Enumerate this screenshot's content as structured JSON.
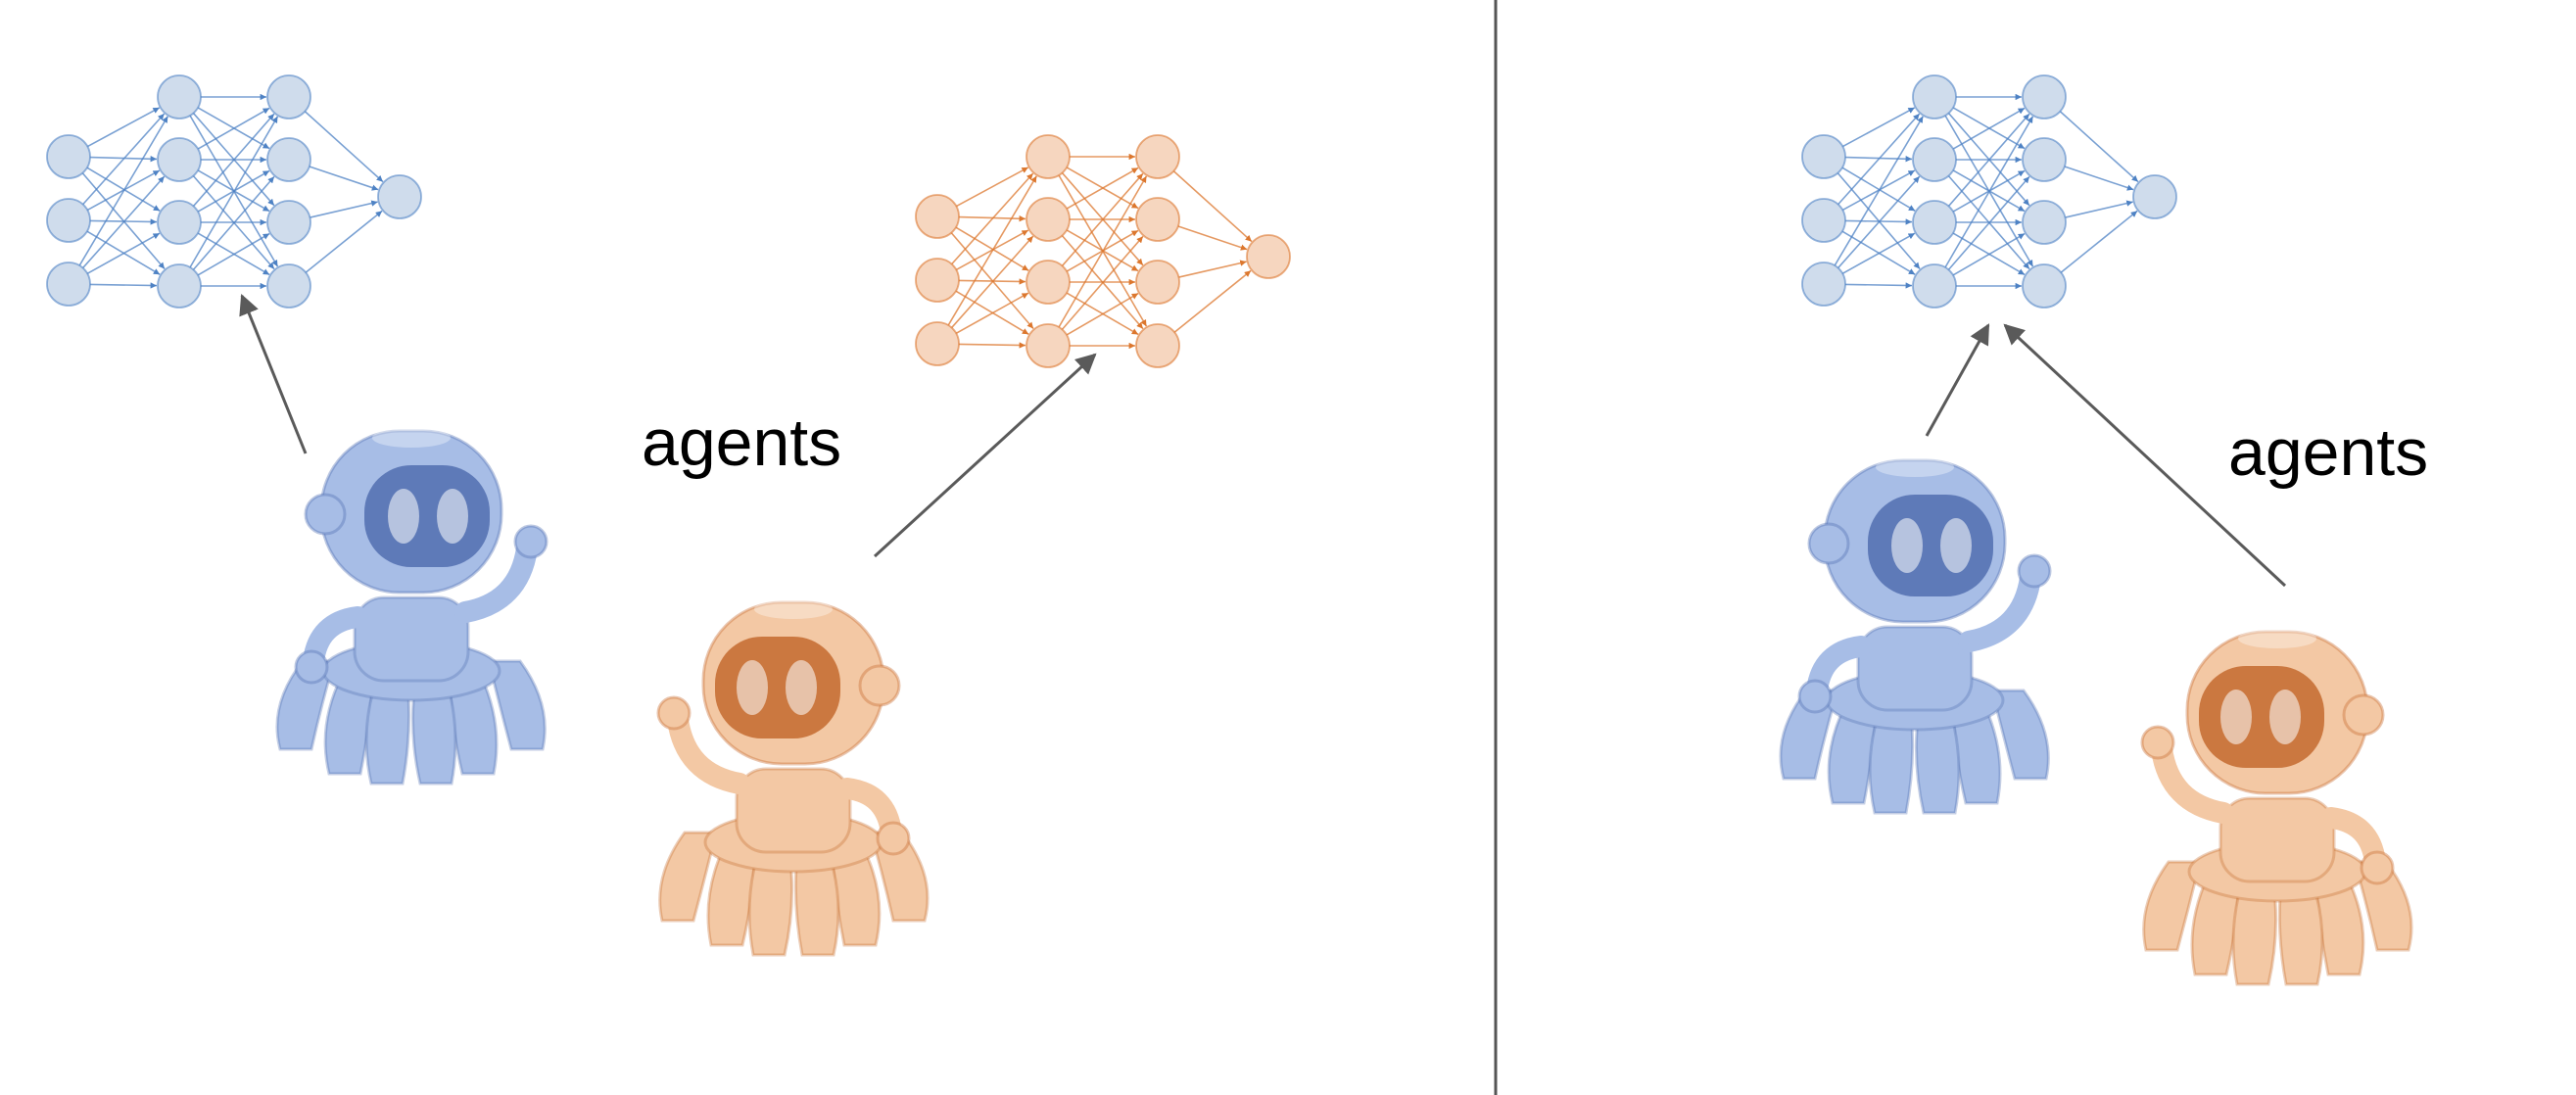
{
  "colors": {
    "blue_node_fill": "#cfdcec",
    "blue_line": "#4e82c4",
    "blue_body": "#a7bde6",
    "blue_dark": "#5672b3",
    "orange_node_fill": "#f6d6bf",
    "orange_line": "#dc772e",
    "orange_body": "#f3c8a4",
    "orange_dark": "#c76f35",
    "arrow": "#5a5a5a",
    "divider": "#555555"
  },
  "panels": [
    {
      "label": "agents",
      "networks": [
        "blue",
        "orange"
      ],
      "agents": [
        {
          "color": "blue",
          "icon": "robot-icon"
        },
        {
          "color": "orange",
          "icon": "robot-icon"
        }
      ],
      "links": [
        {
          "from_agent": 0,
          "to_network": 0
        },
        {
          "from_agent": 1,
          "to_network": 1
        }
      ]
    },
    {
      "label": "agents",
      "networks": [
        "blue"
      ],
      "agents": [
        {
          "color": "blue",
          "icon": "robot-icon"
        },
        {
          "color": "orange",
          "icon": "robot-icon"
        }
      ],
      "links": [
        {
          "from_agent": 0,
          "to_network": 0
        },
        {
          "from_agent": 1,
          "to_network": 0
        }
      ]
    }
  ]
}
